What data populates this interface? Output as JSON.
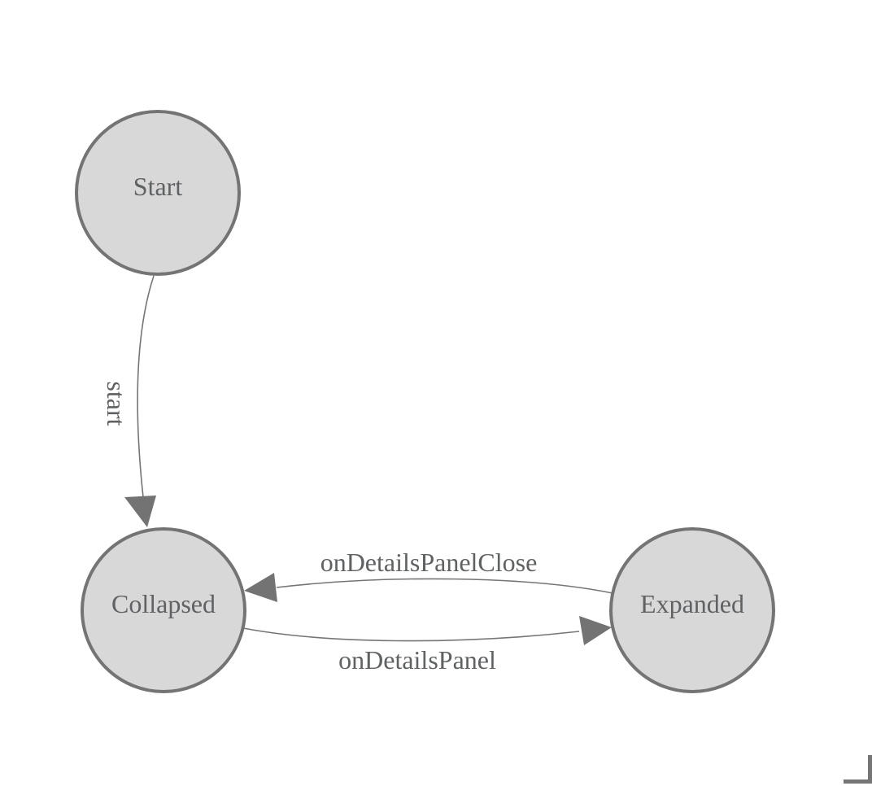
{
  "diagram": {
    "type": "state-machine",
    "colors": {
      "background": "#ffffff",
      "node_fill": "#d8d8d8",
      "node_stroke": "#747474",
      "node_text": "#5f6163",
      "edge_stroke": "#757575",
      "arrow_fill": "#737373",
      "edge_label_text": "#5f6163",
      "corner_mark": "#757575"
    },
    "nodes": [
      {
        "id": "start",
        "label": "Start"
      },
      {
        "id": "collapsed",
        "label": "Collapsed"
      },
      {
        "id": "expanded",
        "label": "Expanded"
      }
    ],
    "edges": [
      {
        "label": "start",
        "from": "start",
        "to": "collapsed"
      },
      {
        "label": "onDetailsPanel",
        "from": "collapsed",
        "to": "expanded"
      },
      {
        "label": "onDetailsPanelClose",
        "from": "expanded",
        "to": "collapsed"
      }
    ]
  }
}
